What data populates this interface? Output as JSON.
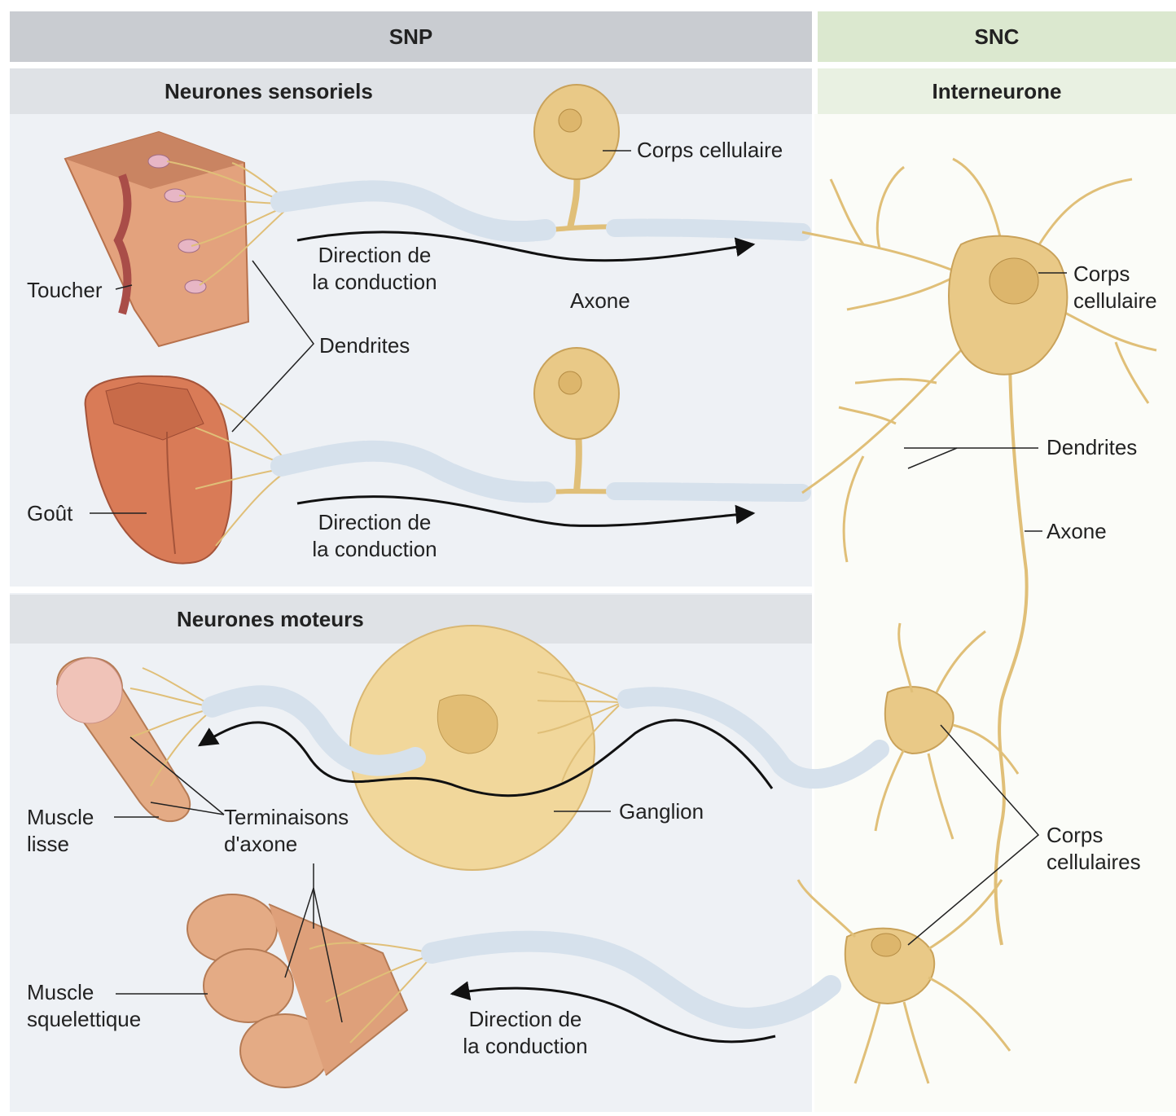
{
  "colors": {
    "snp_header_bg": "#c9ccd1",
    "snc_header_bg": "#dbe8cf",
    "snp_sub_bg": "#dfe2e6",
    "snc_sub_bg": "#e9f1e2",
    "snp_panel_bg": "#eef1f5",
    "snc_panel_bg": "#fbfcf8",
    "neuron": "#e9c987",
    "neuron_dark": "#c9a25a",
    "myelin": "#d6e1ec",
    "myelin_edge": "#9fb3c8",
    "skin": "#e3a27d",
    "tongue": "#d97b57",
    "muscle": "#e4ab85",
    "ganglion": "#f1d79b"
  },
  "headers": {
    "snp": "SNP",
    "snc": "SNC",
    "sensory": "Neurones sensoriels",
    "interneuron": "Interneurone",
    "motor": "Neurones moteurs"
  },
  "labels": {
    "cell_body_top": "Corps cellulaire",
    "touch": "Toucher",
    "direction_1": "Direction de",
    "conduction_1": "la conduction",
    "axon_sensory": "Axone",
    "dendrites_sensory": "Dendrites",
    "taste": "Goût",
    "direction_2": "Direction de",
    "conduction_2": "la conduction",
    "cell_body_inter_1": "Corps",
    "cell_body_inter_2": "cellulaire",
    "dendrites_inter": "Dendrites",
    "axon_inter": "Axone",
    "smooth_muscle_1": "Muscle",
    "smooth_muscle_2": "lisse",
    "terminals_1": "Terminaisons",
    "terminals_2": "d'axone",
    "ganglion": "Ganglion",
    "cell_bodies_1": "Corps",
    "cell_bodies_2": "cellulaires",
    "skeletal_muscle_1": "Muscle",
    "skeletal_muscle_2": "squelettique",
    "direction_3": "Direction de",
    "conduction_3": "la conduction"
  }
}
